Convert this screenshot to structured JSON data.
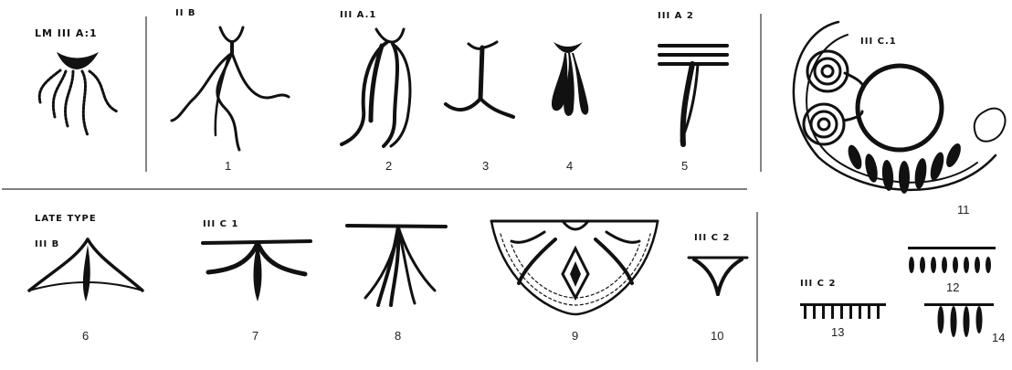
{
  "figure": {
    "period_labels": {
      "lm3a1": "LM III A:1",
      "b2": "II B",
      "a1": "III A.1",
      "a2": "III A 2",
      "c1_top": "III C.1",
      "late_type": "LATE TYPE",
      "b3": "III B",
      "c1": "III C 1",
      "c2_a": "III C 2",
      "c2_b": "III C 2"
    },
    "numbers": {
      "n1": "1",
      "n2": "2",
      "n3": "3",
      "n4": "4",
      "n5": "5",
      "n6": "6",
      "n7": "7",
      "n8": "8",
      "n9": "9",
      "n10": "10",
      "n11": "11",
      "n12": "12",
      "n13": "13",
      "n14": "14"
    }
  }
}
